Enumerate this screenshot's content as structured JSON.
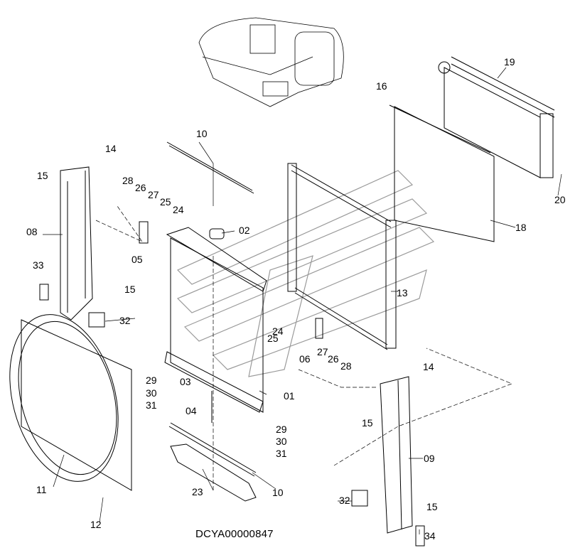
{
  "diagram_code": "DCYA00000847",
  "part_labels": [
    "14",
    "15",
    "08",
    "28",
    "26",
    "27",
    "25",
    "24",
    "05",
    "10",
    "02",
    "33",
    "15",
    "32",
    "24",
    "25",
    "06",
    "27",
    "26",
    "28",
    "16",
    "19",
    "20",
    "18",
    "13",
    "14",
    "29",
    "03",
    "30",
    "31",
    "04",
    "01",
    "15",
    "09",
    "29",
    "30",
    "31",
    "11",
    "23",
    "10",
    "12",
    "32",
    "15",
    "34"
  ],
  "colors": {
    "line": "#000000",
    "watermark": "#9a9a9a",
    "background": "#ffffff"
  }
}
